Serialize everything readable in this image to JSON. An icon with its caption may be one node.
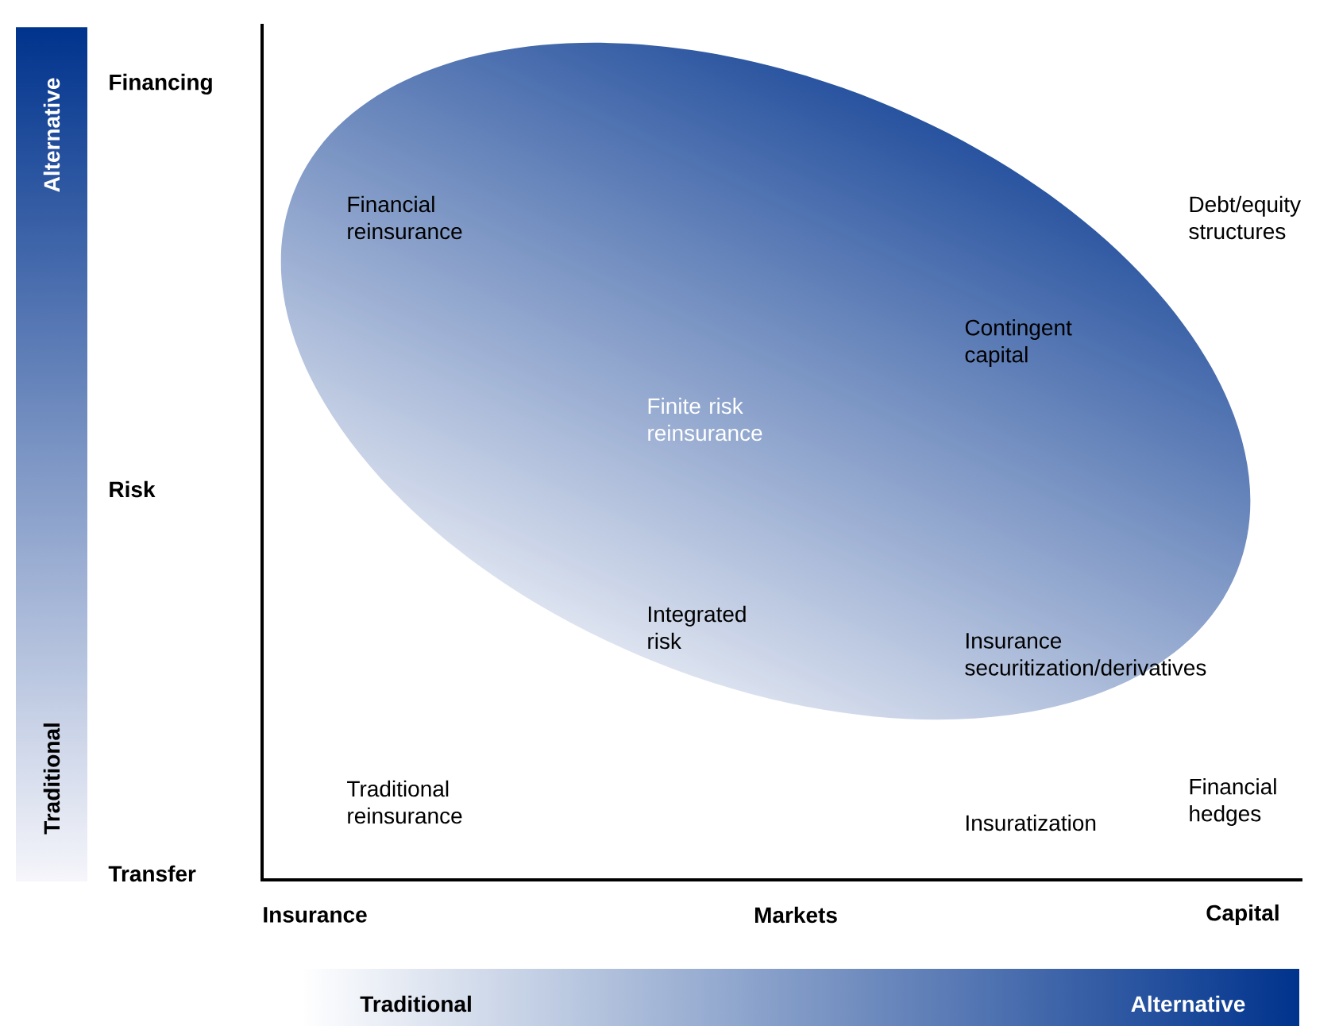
{
  "diagram": {
    "nodes": [
      {
        "text": [
          "Alternative",
          "Traditional"
        ]
      },
      {
        "text": [
          "Financial reinsurance",
          "Finite risk reinsurance",
          "Contingent capital",
          "Integrated risk",
          "Insurance securitization/derivatives"
        ]
      },
      {
        "text": [
          "Traditional",
          "Alternative"
        ]
      }
    ],
    "labels": [
      "Financing",
      "Debt/equity structures",
      "Risk",
      "Traditional reinsurance",
      "Insuratization",
      "Financial hedges",
      "Transfer",
      "Insurance",
      "Markets",
      "Capital"
    ]
  }
}
